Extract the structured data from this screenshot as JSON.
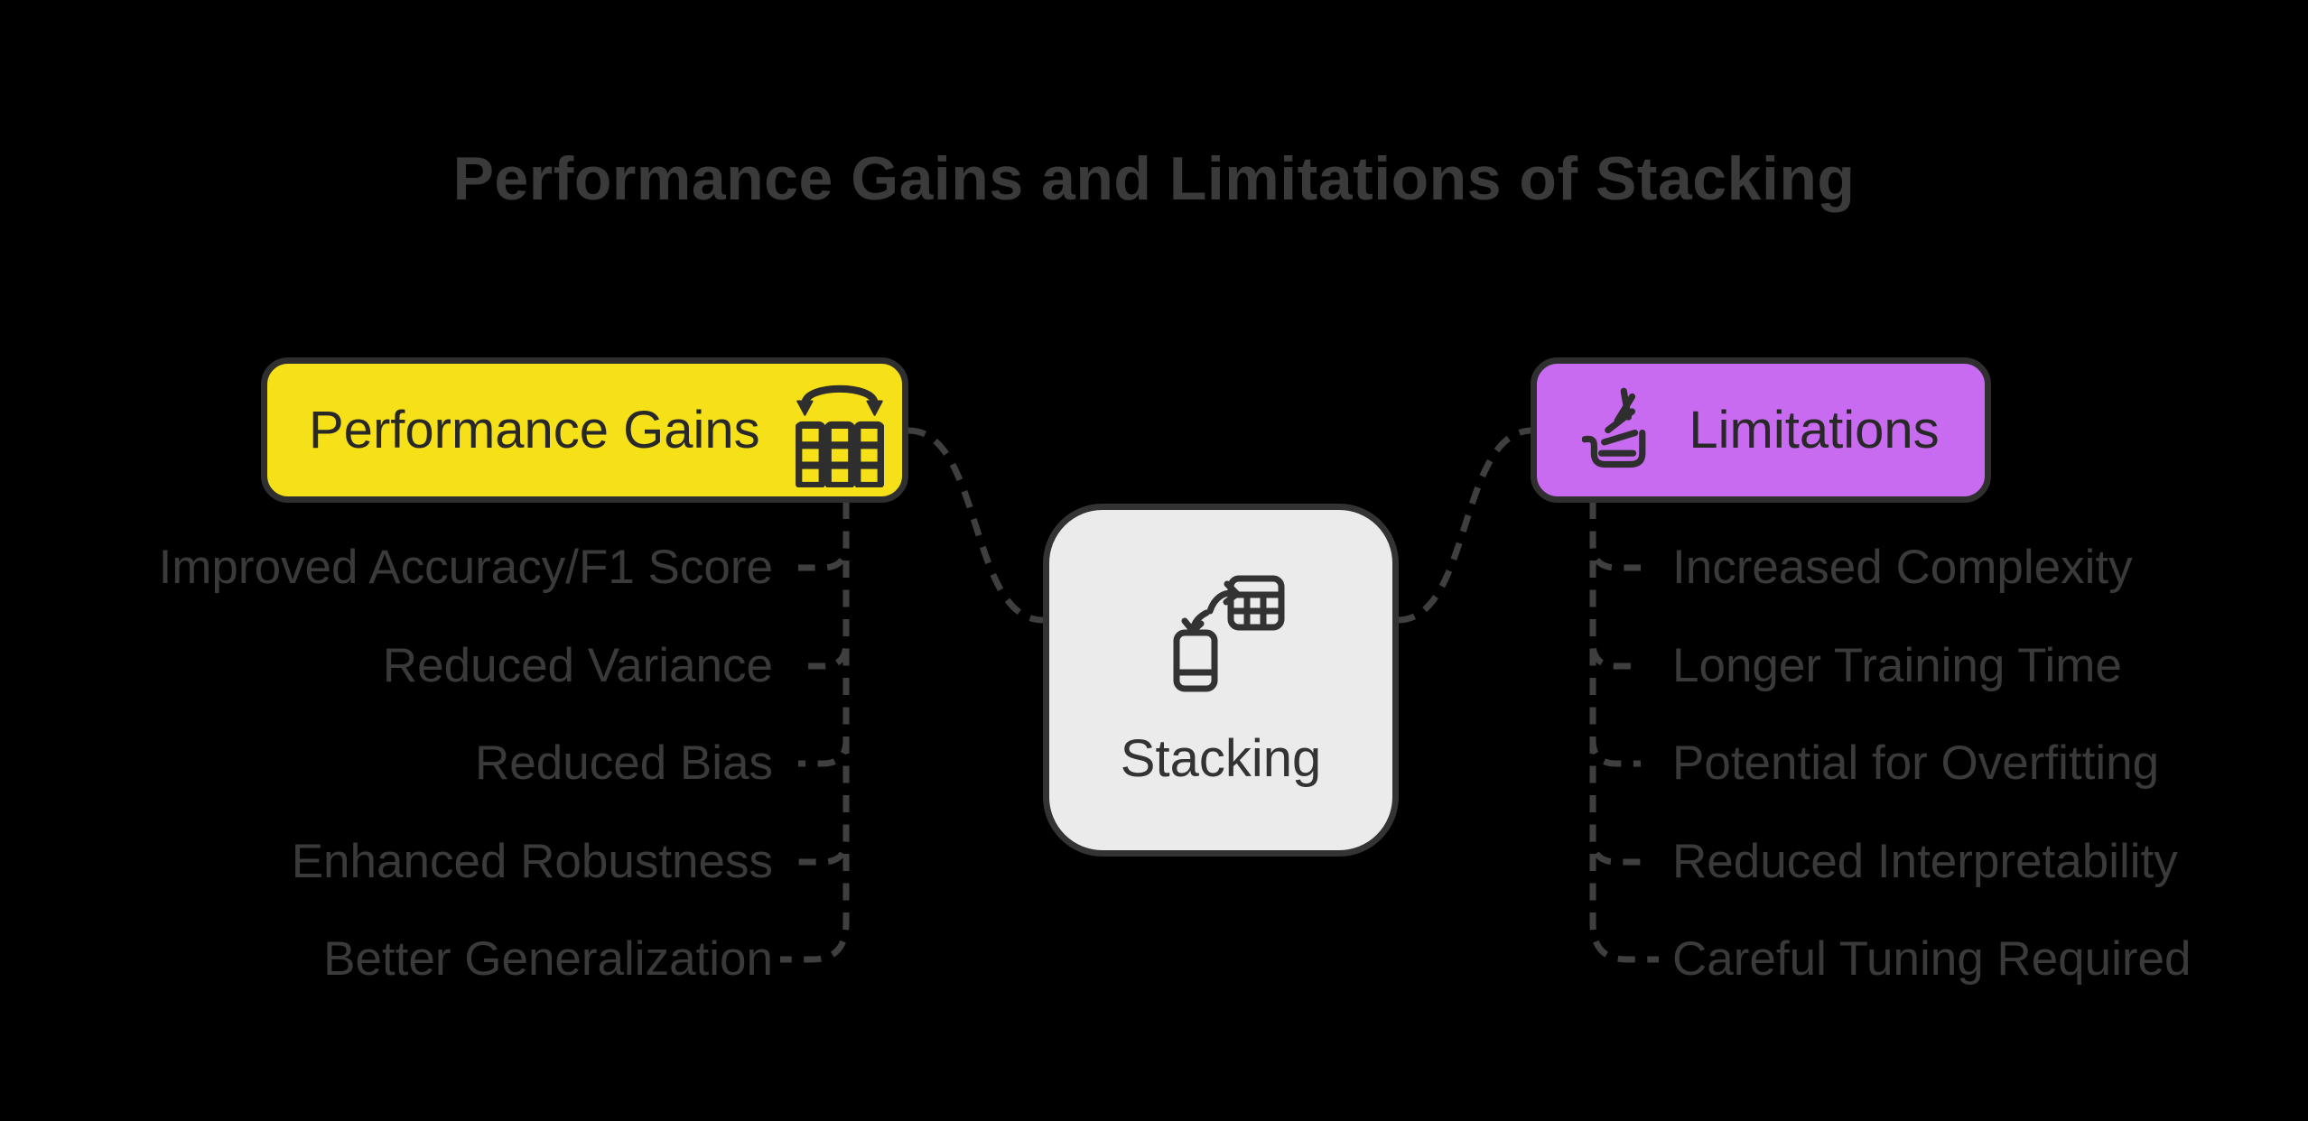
{
  "title": "Performance Gains and Limitations of Stacking",
  "center_node": {
    "label": "Stacking",
    "icon": "phone-table-transfer-icon"
  },
  "branches": [
    {
      "id": "performance-gains",
      "label": "Performance Gains",
      "icon": "ensemble-columns-icon",
      "fill": "#F6E018",
      "items": [
        "Improved Accuracy/F1 Score",
        "Reduced Variance",
        "Reduced Bias",
        "Enhanced Robustness",
        "Better Generalization"
      ]
    },
    {
      "id": "limitations",
      "label": "Limitations",
      "icon": "stack-fan-icon",
      "fill": "#C96BF0",
      "items": [
        "Increased Complexity",
        "Longer Training Time",
        "Potential for Overfitting",
        "Reduced Interpretability",
        "Careful Tuning Required"
      ]
    }
  ],
  "colors": {
    "background": "#000000",
    "node_border": "#2F2F2F",
    "center_fill": "#EBEBEB",
    "edge": "#3F3F3F",
    "list_text": "#3A3A3A",
    "label_text": "#282828"
  }
}
